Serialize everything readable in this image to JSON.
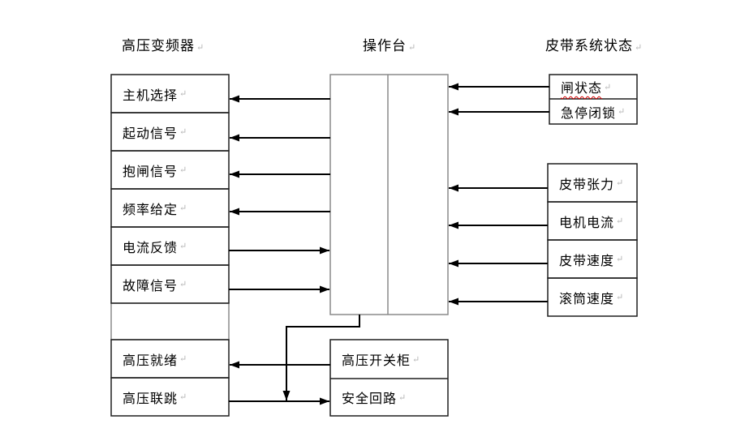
{
  "diagram": {
    "headers": {
      "left": "高压变频器",
      "center": "操作台",
      "right": "皮带系统状态"
    },
    "left_boxes": [
      "主机选择",
      "起动信号",
      "抱闸信号",
      "频率给定",
      "电流反馈",
      "故障信号",
      "",
      "高压就绪",
      "高压联跳"
    ],
    "right_top_rows": [
      "闸状态",
      "急停闭锁"
    ],
    "right_bottom_boxes": [
      "皮带张力",
      "电机电流",
      "皮带速度",
      "滚筒速度"
    ],
    "bottom_rows": [
      "高压开关柜",
      "安全回路"
    ],
    "pilcrow": "↵",
    "colors": {
      "arrow": "#000000",
      "box_border": "#1f1f1f",
      "console_border": "#8a8a8a",
      "spellcheck_underline": "#d40000"
    }
  }
}
